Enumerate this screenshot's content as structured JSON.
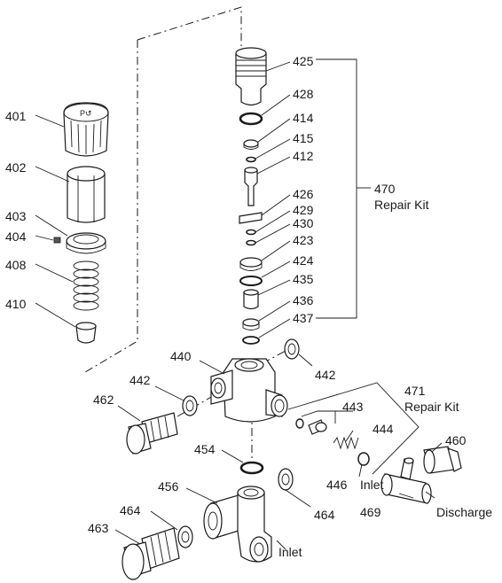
{
  "parts": {
    "p401": "401",
    "p402": "402",
    "p403": "403",
    "p404": "404",
    "p408": "408",
    "p410": "410",
    "p412": "412",
    "p414": "414",
    "p415": "415",
    "p423": "423",
    "p424": "424",
    "p425": "425",
    "p426": "426",
    "p428": "428",
    "p429": "429",
    "p430": "430",
    "p435": "435",
    "p436": "436",
    "p437": "437",
    "p440": "440",
    "p442a": "442",
    "p442b": "442",
    "p443": "443",
    "p444": "444",
    "p446": "446",
    "p454": "454",
    "p456": "456",
    "p460": "460",
    "p462": "462",
    "p463": "463",
    "p464a": "464",
    "p464b": "464",
    "p469": "469",
    "p470": "470",
    "p471": "471"
  },
  "text": {
    "repair_kit_470": "Repair Kit",
    "repair_kit_471": "Repair Kit",
    "inlet_446": "Inlet",
    "discharge": "Discharge",
    "inlet_456": "Inlet"
  }
}
